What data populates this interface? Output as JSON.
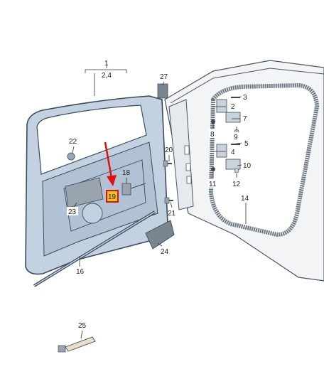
{
  "diagram": {
    "callouts": {
      "c1": "1",
      "c24_assembly": "2,4",
      "c2": "2",
      "c3": "3",
      "c4": "4",
      "c5": "5",
      "c7": "7",
      "c8": "8",
      "c9": "9",
      "c10": "10",
      "c11": "11",
      "c12": "12",
      "c14": "14",
      "c16": "16",
      "c18": "18",
      "c19": "19",
      "c20": "20",
      "c21": "21",
      "c22": "22",
      "c23": "23",
      "c24": "24",
      "c25": "25",
      "c27": "27"
    },
    "colors": {
      "door_fill": "#c3d2e0",
      "door_stroke": "#3a4a5a",
      "body_fill": "#f2f4f6",
      "seal": "#6e7880",
      "highlight": "#f0c020",
      "highlight_border": "#e01010",
      "arrow": "#e01010"
    }
  }
}
